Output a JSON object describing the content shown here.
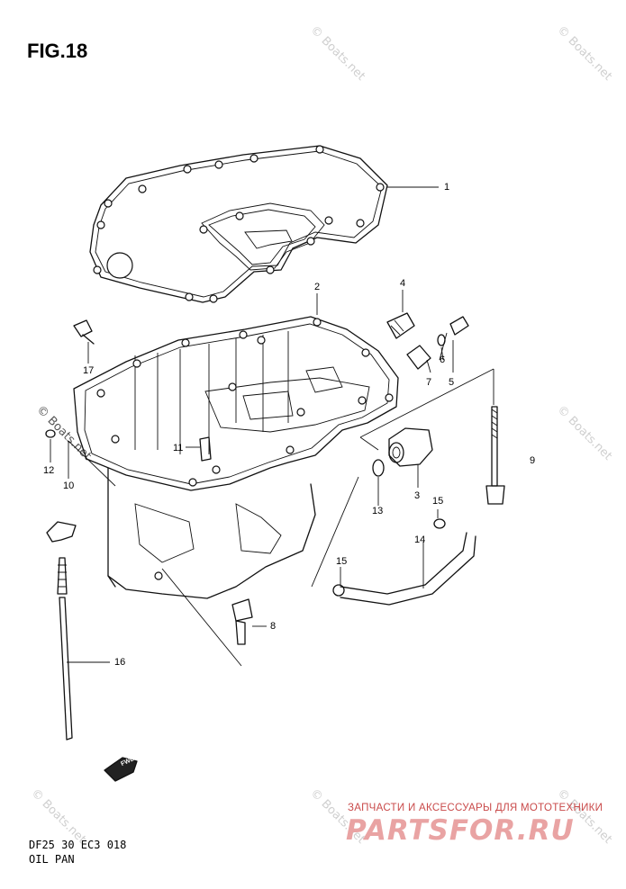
{
  "figure": {
    "title": "FIG.18"
  },
  "callouts": [
    {
      "id": "c1",
      "text": "1"
    },
    {
      "id": "c2",
      "text": "2"
    },
    {
      "id": "c3",
      "text": "3"
    },
    {
      "id": "c4",
      "text": "4"
    },
    {
      "id": "c5",
      "text": "5"
    },
    {
      "id": "c6",
      "text": "6"
    },
    {
      "id": "c7",
      "text": "7"
    },
    {
      "id": "c8",
      "text": "8"
    },
    {
      "id": "c9",
      "text": "9"
    },
    {
      "id": "c10",
      "text": "10"
    },
    {
      "id": "c11",
      "text": "11"
    },
    {
      "id": "c12",
      "text": "12"
    },
    {
      "id": "c13",
      "text": "13"
    },
    {
      "id": "c14",
      "text": "14"
    },
    {
      "id": "c15a",
      "text": "15"
    },
    {
      "id": "c15b",
      "text": "15"
    },
    {
      "id": "c16",
      "text": "16"
    },
    {
      "id": "c17",
      "text": "17"
    }
  ],
  "footer": {
    "code": "DF25 30 EC3  018",
    "name": "OIL PAN"
  },
  "watermark": {
    "text": "© Boats.net"
  },
  "brand": {
    "subtitle": "ЗАПЧАСТИ И АКСЕССУАРЫ ДЛЯ МОТОТЕХНИКИ",
    "name": "PARTSFOR.RU"
  },
  "arrow": {
    "label": "FWD"
  }
}
